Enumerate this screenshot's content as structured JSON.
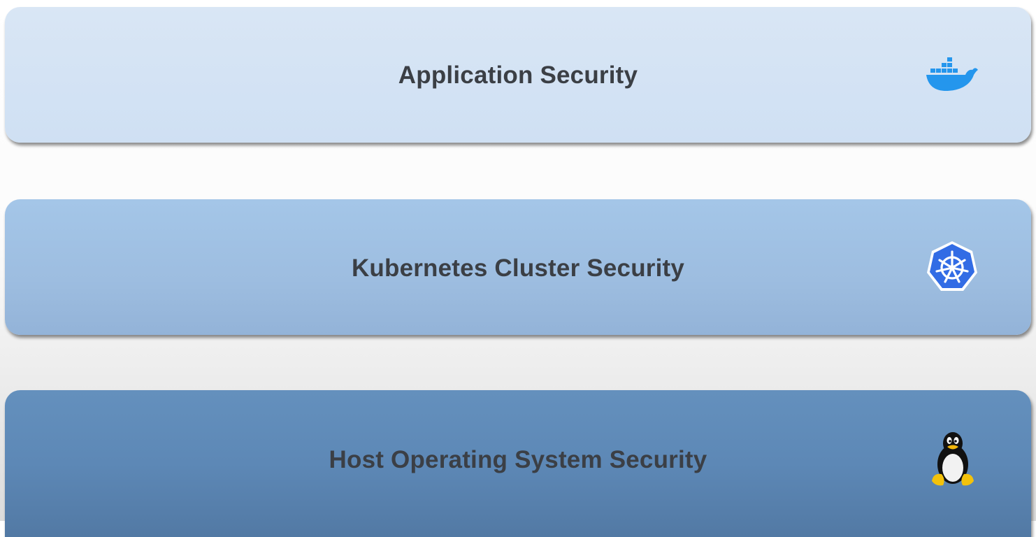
{
  "layers": [
    {
      "label": "Application Security",
      "icon": "docker-icon",
      "color": "#d4e3f4"
    },
    {
      "label": "Kubernetes Cluster Security",
      "icon": "kubernetes-icon",
      "color": "#9fc1e3"
    },
    {
      "label": "Host Operating System Security",
      "icon": "linux-tux-icon",
      "color": "#5f8bb8"
    }
  ],
  "colors": {
    "text": "#3b3f45",
    "docker_blue": "#2496ed",
    "kubernetes_blue": "#326ce5"
  }
}
